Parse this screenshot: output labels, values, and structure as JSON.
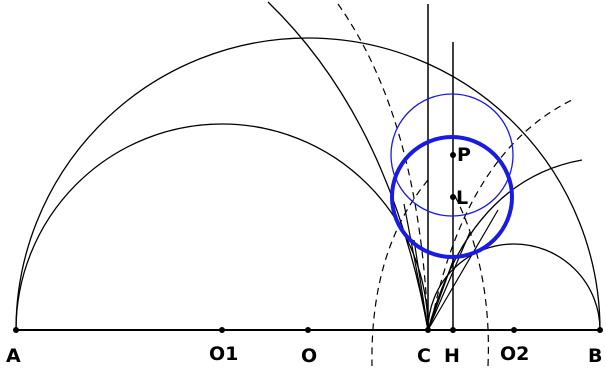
{
  "points": {
    "A": "A",
    "O1": "O1",
    "O": "O",
    "C": "C",
    "H": "H",
    "O2": "O2",
    "B": "B",
    "P": "P",
    "L": "L"
  },
  "colors": {
    "ink": "#000000",
    "blue": "#1a1ae6"
  }
}
